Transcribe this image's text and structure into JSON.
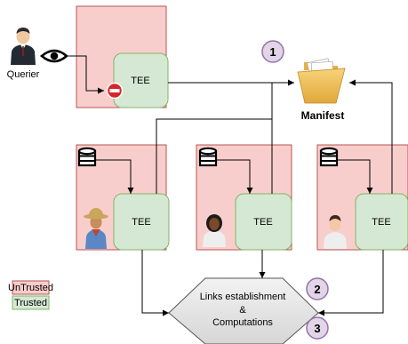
{
  "querier": {
    "label": "Querier"
  },
  "manifest": {
    "label": "Manifest"
  },
  "tee": {
    "label": "TEE"
  },
  "links": {
    "line1": "Links establishment",
    "line2": "&",
    "line3": "Computations"
  },
  "steps": [
    "1",
    "2",
    "3"
  ],
  "legend": {
    "untrusted": "UnTrusted",
    "trusted": "Trusted"
  },
  "colors": {
    "untrusted_fill": "#f8cecc",
    "untrusted_stroke": "#b85450",
    "trusted_fill": "#d5e8d4",
    "trusted_stroke": "#82b366",
    "step_fill": "#e1d5e7",
    "step_stroke": "#9673a6",
    "hexagon_fill": "#e6e6e6"
  },
  "icons": {
    "querier": "businessman-avatar-icon",
    "observe": "eye-icon",
    "blocked": "no-entry-icon",
    "manifest": "folder-icon",
    "database": "database-icon",
    "owners": [
      "farmer-avatar-icon",
      "woman-avatar-icon",
      "man-avatar-icon"
    ]
  }
}
